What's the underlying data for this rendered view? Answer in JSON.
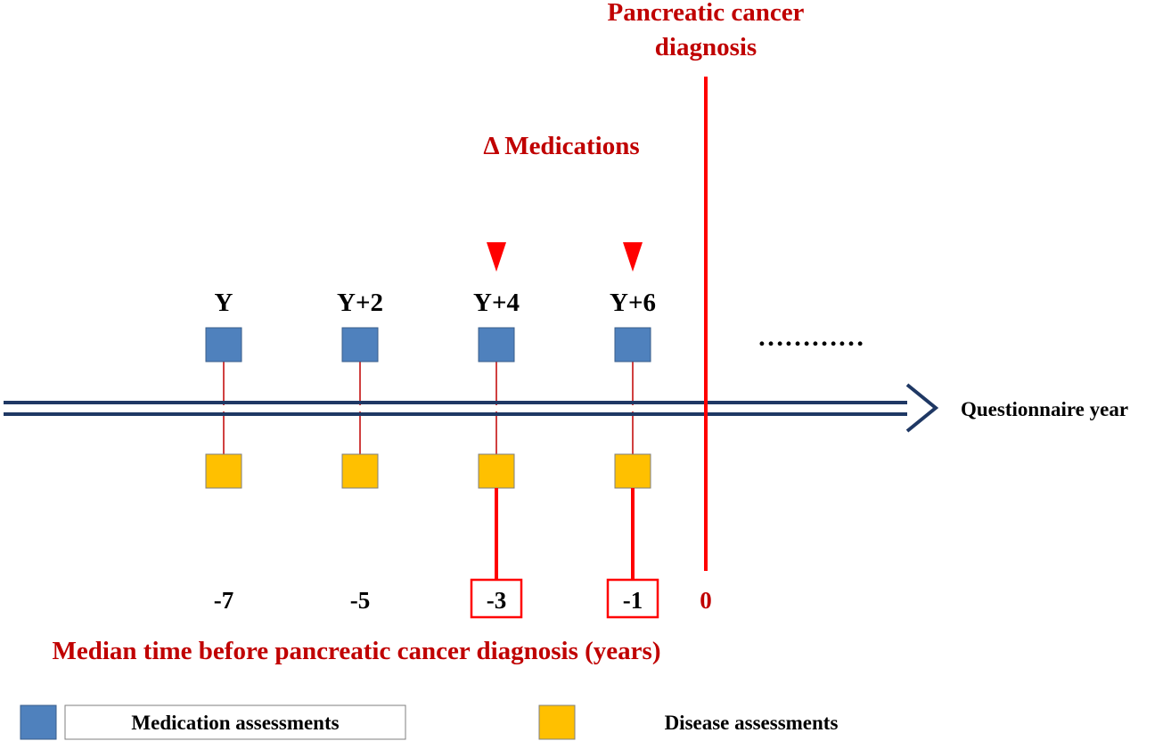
{
  "title": {
    "line1": "Pancreatic cancer",
    "line2": "diagnosis"
  },
  "delta_label": "Δ Medications",
  "axis_label": "Questionnaire year",
  "continuation": "…………",
  "timepoints": [
    {
      "label": "Y",
      "time": "-7",
      "highlighted": false,
      "delta_marker": false
    },
    {
      "label": "Y+2",
      "time": "-5",
      "highlighted": false,
      "delta_marker": false
    },
    {
      "label": "Y+4",
      "time": "-3",
      "highlighted": true,
      "delta_marker": true
    },
    {
      "label": "Y+6",
      "time": "-1",
      "highlighted": true,
      "delta_marker": true
    }
  ],
  "diagnosis_time": "0",
  "time_axis_title": "Median time before pancreatic cancer diagnosis (years)",
  "legend": {
    "medication": "Medication assessments",
    "disease": "Disease assessments"
  },
  "colors": {
    "medication_box": "#4F81BD",
    "disease_box": "#FFC000",
    "accent_red": "#C00000",
    "marker_red": "#FF0000",
    "arrow_navy": "#1F3864"
  }
}
